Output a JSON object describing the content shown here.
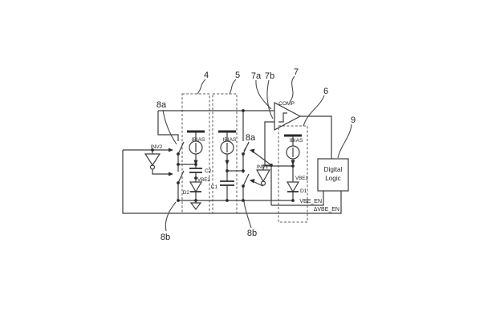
{
  "colors": {
    "background": "#ffffff",
    "line": "#3d3d3d",
    "text": "#1e1e1e"
  },
  "labels": {
    "box4": "4",
    "box5": "5",
    "comp": "7",
    "comp_in_a": "7a",
    "comp_in_b": "7b",
    "box6": "6",
    "digital_logic": "9",
    "switch_a_left": "8a",
    "switch_a_mid": "8a",
    "switch_b_left": "8b",
    "switch_b_mid": "8b"
  },
  "components": {
    "comparator": "COMP",
    "ibias_1": "IBIAS",
    "ibias_2": "IBIAS",
    "ibias_3": "IBIAS",
    "inverter_2": "INV2",
    "inverter_1": "INV1",
    "cap_2": "C2",
    "cap_1": "C1",
    "node_vbe2": "VBE2",
    "node_vbe1": "VBE1",
    "diode_2": "D2",
    "diode_1": "D1"
  },
  "digital_logic_block": {
    "line1": "Digital",
    "line2": "Logic"
  },
  "signals": {
    "vbe_en": "VBE_EN",
    "delta_vbe_en": "ΔVBE_EN"
  }
}
